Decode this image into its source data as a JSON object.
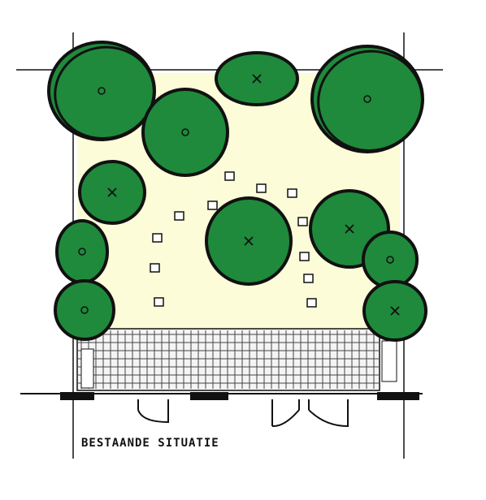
{
  "caption": "BESTAANDE SITUATIE",
  "colors": {
    "lawn": "#fcfcd8",
    "tree_fill": "#1f8a3c",
    "tree_stroke": "#111111",
    "hatch": "#333333",
    "line": "#111111"
  },
  "trees": [
    {
      "id": "tree-top-left-large",
      "mark": "o",
      "double": true
    },
    {
      "id": "tree-top-center-left",
      "mark": "o",
      "double": false
    },
    {
      "id": "tree-top-center",
      "mark": "x",
      "double": false
    },
    {
      "id": "tree-top-right-large",
      "mark": "o",
      "double": true
    },
    {
      "id": "tree-left-upper",
      "mark": "x",
      "double": false
    },
    {
      "id": "tree-center",
      "mark": "x",
      "double": false
    },
    {
      "id": "tree-right-middle",
      "mark": "x",
      "double": false
    },
    {
      "id": "tree-left-middle",
      "mark": "o",
      "double": false
    },
    {
      "id": "tree-left-lower",
      "mark": "o",
      "double": false
    },
    {
      "id": "tree-right-lower",
      "mark": "o",
      "double": false
    },
    {
      "id": "tree-right-bottom",
      "mark": "x",
      "double": false
    }
  ],
  "icons": {
    "tree": "tree-icon",
    "small_plant": "small-plant-icon",
    "door": "door-icon"
  }
}
